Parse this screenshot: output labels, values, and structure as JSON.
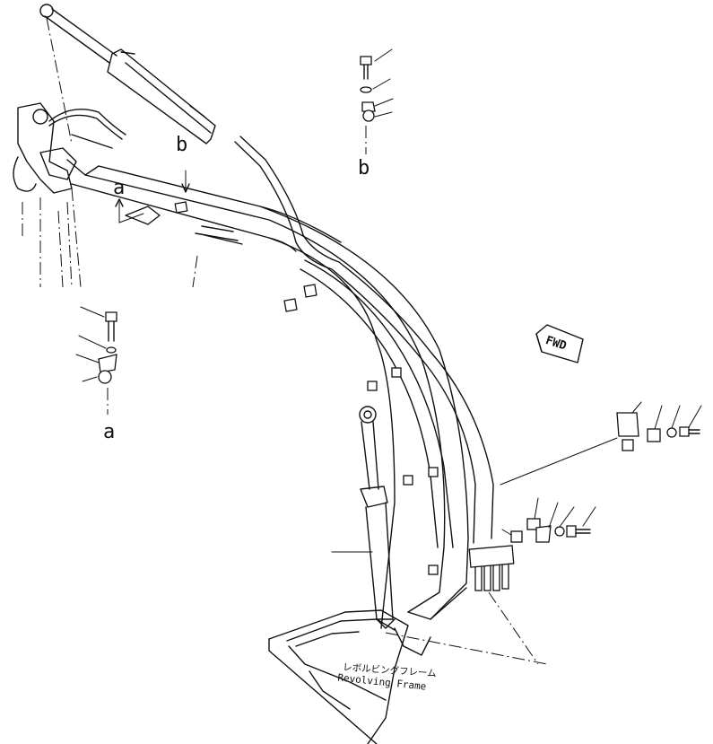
{
  "labels": {
    "ref_b_top": "b",
    "ref_b_boom": "b",
    "ref_a_boom": "a",
    "ref_a_left": "a",
    "fwd_arrow": "FWD",
    "frame_jp": "レボルビングフレーム",
    "frame_en": "Revolving Frame"
  }
}
